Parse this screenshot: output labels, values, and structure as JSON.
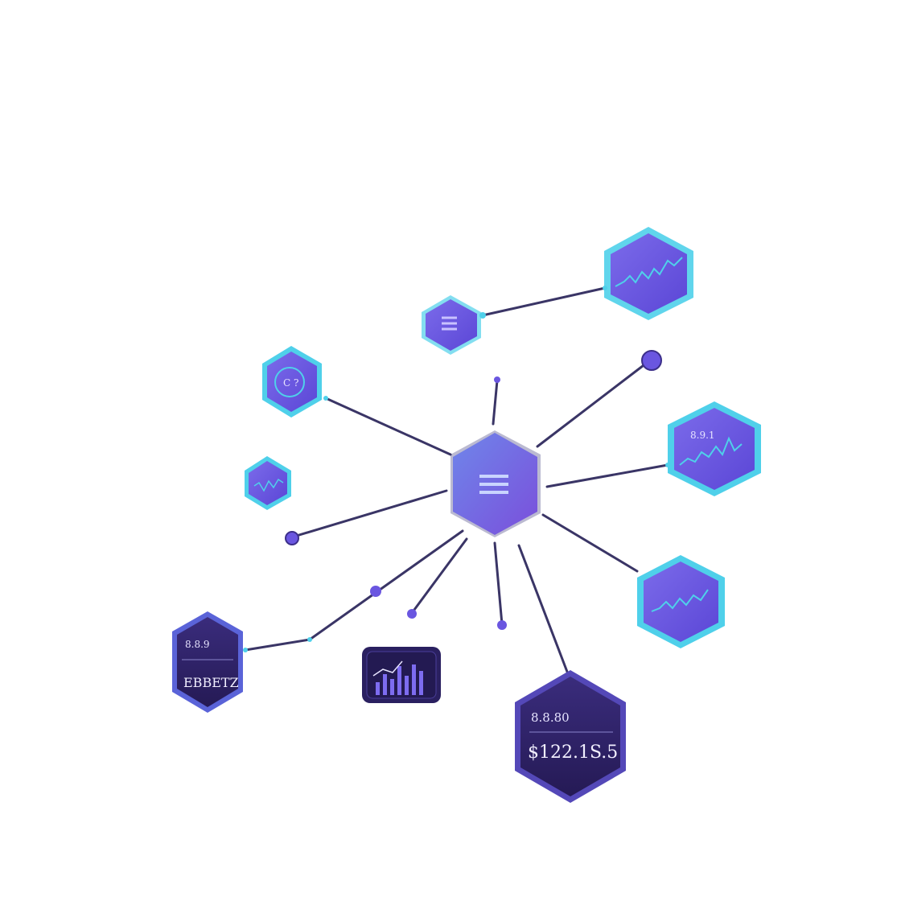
{
  "colors": {
    "accent_cyan": "#4fd0ea",
    "hex_purple": "#6a56e0",
    "hex_dark": "#2d2163",
    "line": "#3a3566"
  },
  "nodes": {
    "hub": {
      "icon": "menu-icon"
    },
    "top_menu": {
      "icon": "menu-icon"
    },
    "left_gauge": {
      "icon": "gauge-icon",
      "text": "C ?"
    },
    "left_small_chart": {
      "icon": "sparkline-icon"
    },
    "top_right_chart": {
      "icon": "sparkline-icon"
    },
    "right_chart": {
      "icon": "sparkline-icon",
      "label": "8.9.1"
    },
    "right_lower_chart": {
      "icon": "sparkline-icon"
    },
    "bottom_left_card": {
      "label": "8.8.9",
      "value": "EBBETZ"
    },
    "bar_chart_card": {
      "icon": "bar-chart-icon"
    },
    "bottom_value_card": {
      "label": "8.8.80",
      "value": "$122.1S.5"
    }
  }
}
